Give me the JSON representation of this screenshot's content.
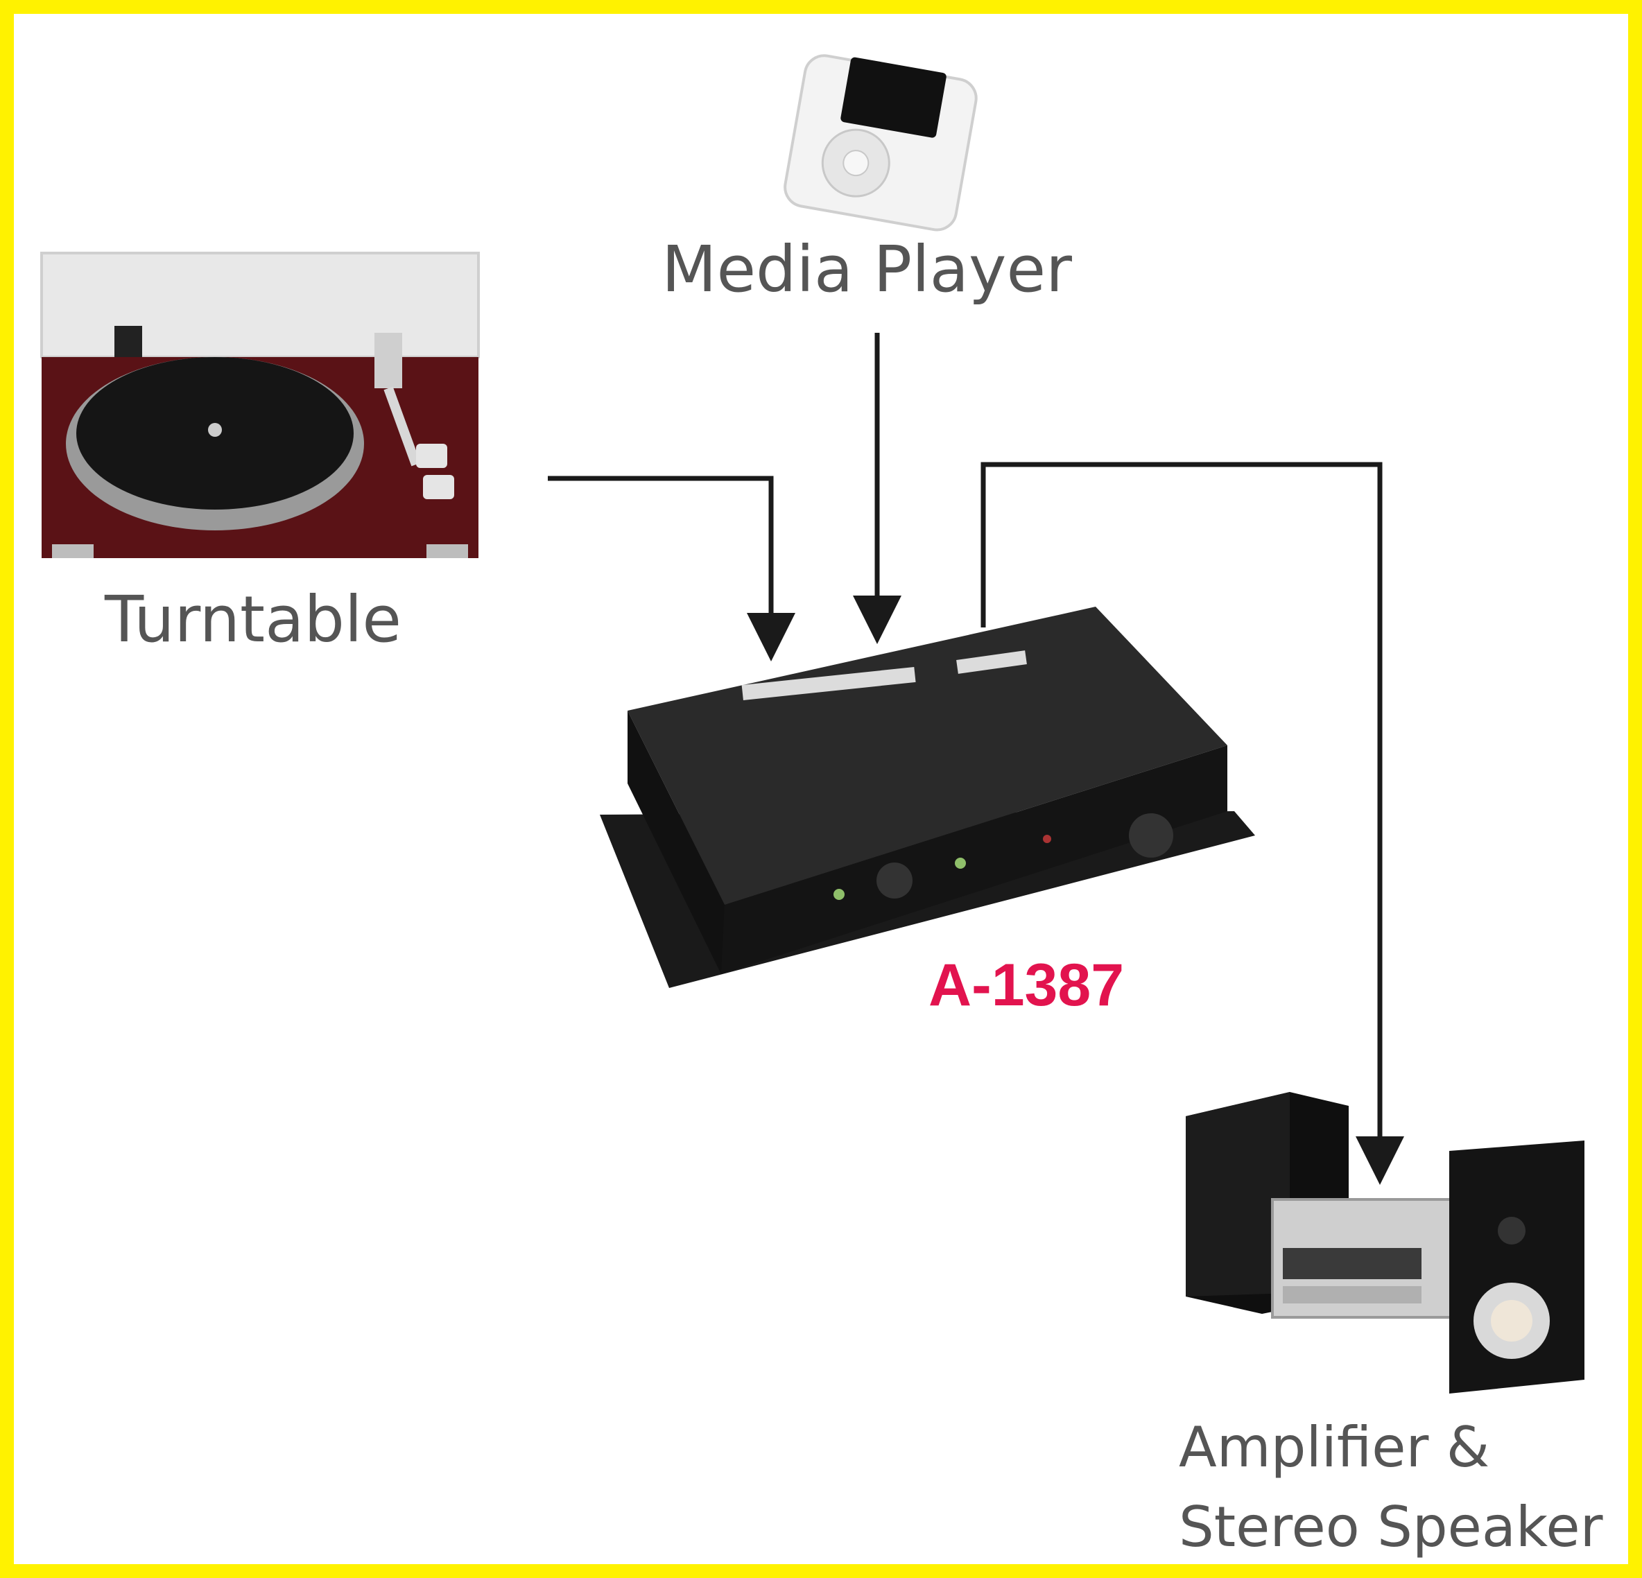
{
  "nodes": {
    "media_player": {
      "label": "Media Player"
    },
    "turntable": {
      "label": "Turntable"
    },
    "preamp": {
      "model": "A-1387"
    },
    "amplifier": {
      "label_line1": "Amplifier &",
      "label_line2": "Stereo Speaker"
    }
  },
  "colors": {
    "frame": "#fff200",
    "model_text": "#e2134e",
    "label_text": "#555555",
    "arrows": "#1a1a1a",
    "turntable_base": "#5a1216",
    "device_body": "#141414"
  },
  "icons": [
    "media-player-icon",
    "turntable-icon",
    "preamp-device-icon",
    "stereo-system-icon"
  ]
}
